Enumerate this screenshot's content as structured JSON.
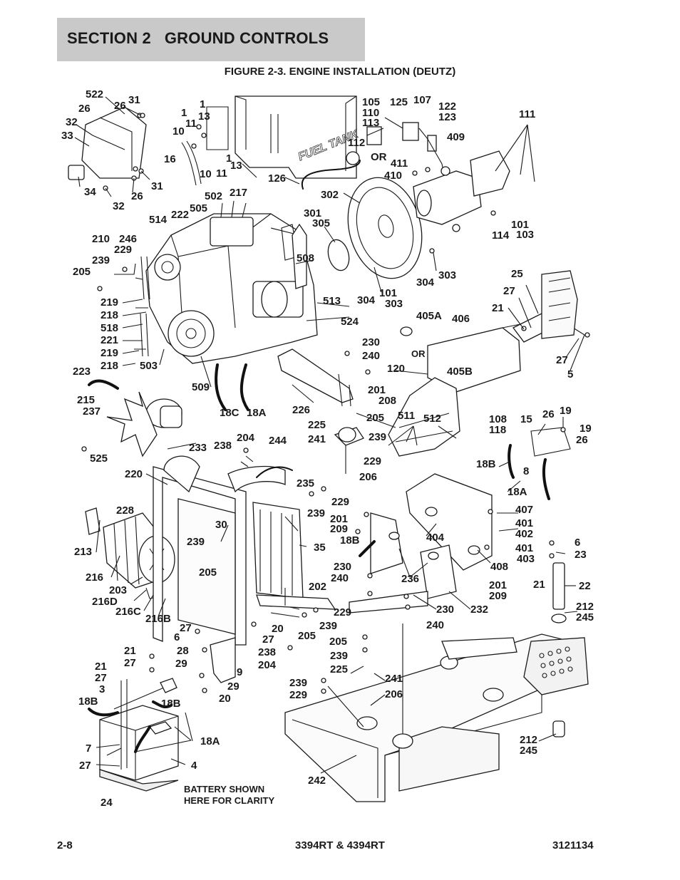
{
  "header": {
    "section": "SECTION 2   GROUND CONTROLS",
    "figure_title": "FIGURE 2-3. ENGINE INSTALLATION (DEUTZ)"
  },
  "diagram": {
    "fuel_tank_text": "FUEL TANK",
    "notes": [
      "OR",
      "OR",
      "BATTERY SHOWN",
      "HERE FOR CLARITY"
    ],
    "callouts": [
      "522",
      "31",
      "26",
      "26",
      "32",
      "33",
      "34",
      "26",
      "31",
      "32",
      "1",
      "1",
      "13",
      "11",
      "10",
      "16",
      "1",
      "13",
      "10",
      "11",
      "126",
      "105",
      "110",
      "113",
      "125",
      "107",
      "122",
      "123",
      "409",
      "112",
      "411",
      "410",
      "111",
      "302",
      "101",
      "114",
      "103",
      "301",
      "305",
      "304",
      "303",
      "304",
      "101",
      "303",
      "514",
      "222",
      "502",
      "217",
      "505",
      "508",
      "513",
      "524",
      "210",
      "246",
      "229",
      "239",
      "205",
      "219",
      "218",
      "518",
      "221",
      "219",
      "218",
      "503",
      "223",
      "215",
      "237",
      "509",
      "18C",
      "18A",
      "226",
      "230",
      "240",
      "201",
      "208",
      "405A",
      "406",
      "405B",
      "120",
      "25",
      "27",
      "21",
      "27",
      "5",
      "205",
      "225",
      "241",
      "239",
      "229",
      "206",
      "511",
      "512",
      "108",
      "118",
      "15",
      "26",
      "19",
      "19",
      "26",
      "18B",
      "8",
      "18A",
      "525",
      "233",
      "238",
      "204",
      "244",
      "220",
      "235",
      "229",
      "239",
      "228",
      "213",
      "216",
      "203",
      "216D",
      "216C",
      "216B",
      "30",
      "35",
      "239",
      "205",
      "201",
      "209",
      "18B",
      "236",
      "230",
      "240",
      "404",
      "407",
      "401",
      "402",
      "401",
      "403",
      "408",
      "6",
      "23",
      "21",
      "22",
      "201",
      "209",
      "232",
      "230",
      "240",
      "202",
      "229",
      "239",
      "205",
      "212",
      "245",
      "27",
      "6",
      "28",
      "29",
      "9",
      "27",
      "20",
      "238",
      "204",
      "21",
      "27",
      "21",
      "27",
      "3",
      "18B",
      "18B",
      "7",
      "27",
      "18A",
      "4",
      "24",
      "29",
      "20",
      "239",
      "229",
      "205",
      "239",
      "225",
      "241",
      "206",
      "212",
      "245",
      "242"
    ]
  },
  "footer": {
    "page": "2-8",
    "model": "3394RT & 4394RT",
    "doc_number": "3121134"
  }
}
